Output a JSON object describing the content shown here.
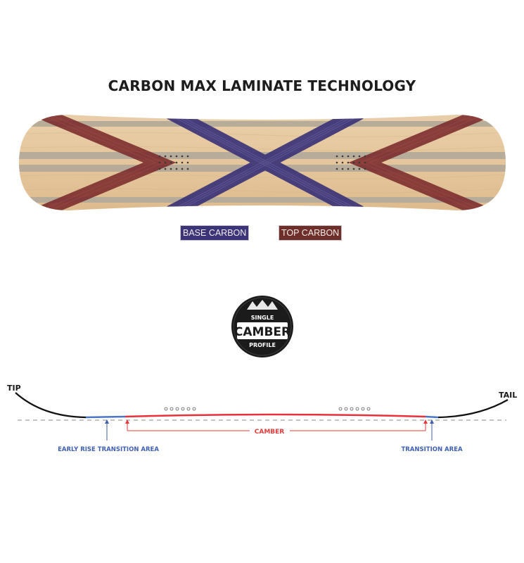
{
  "title": "CARBON MAX LAMINATE TECHNOLOGY",
  "legend": {
    "base_carbon": "BASE CARBON",
    "top_carbon": "TOP CARBON"
  },
  "badge": {
    "top_text": "SINGLE",
    "main_text": "CAMBER",
    "bottom_text": "PROFILE"
  },
  "profile": {
    "tip": "TIP",
    "tail": "TAIL",
    "camber": "CAMBER",
    "early_rise": "EARLY RISE TRANSITION AREA",
    "transition": "TRANSITION AREA"
  },
  "colors": {
    "base_carbon": "#3b3478",
    "top_carbon": "#7a2a2b",
    "camber_line": "#e8313a",
    "rise_line": "#4a76c9",
    "label_blue": "#3f5fb0",
    "label_red": "#e03b3b"
  }
}
